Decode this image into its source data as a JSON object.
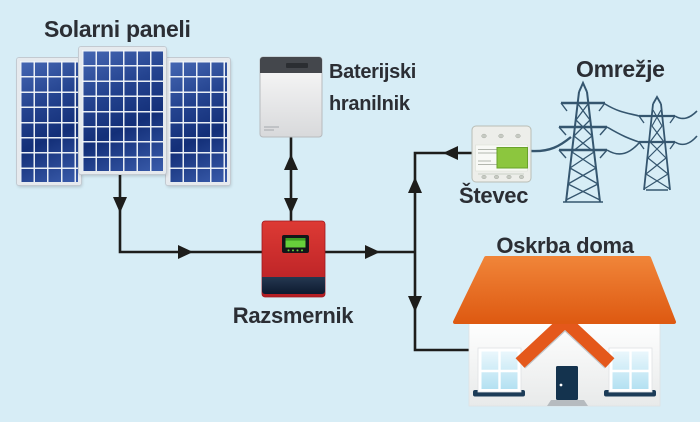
{
  "diagram": {
    "background_color": "#d7edf6",
    "line_color": "#1d1d1b",
    "label_color": "#2b2e34",
    "nodes": {
      "solar_panels": {
        "label": "Solarni paneli"
      },
      "battery_storage": {
        "label": "Baterijski hranilnik"
      },
      "grid": {
        "label": "Omrežje"
      },
      "meter": {
        "label": "Števec"
      },
      "inverter": {
        "label": "Razsmernik"
      },
      "home_supply": {
        "label": "Oskrba doma"
      }
    },
    "colors": {
      "panel_blue_dark": "#16337e",
      "panel_blue_light": "#4668b4",
      "panel_frame": "#e6eaee",
      "roof_orange": "#e8611c",
      "porch_orange": "#e4581b",
      "house_wall": "#f7f8f8",
      "window_blue": "#cfeaf6",
      "door_navy": "#14334e",
      "inverter_red": "#cf2630",
      "inverter_band_navy": "#13223b",
      "inverter_display_green": "#67cf3b",
      "meter_body": "#edeeea",
      "meter_display_green": "#8cc63e",
      "battery_body": "#ededee",
      "battery_top": "#44474c",
      "tower_slate": "#35566f"
    },
    "connections": [
      {
        "from": "solar_panels",
        "to": "inverter",
        "style": "arrow",
        "direction": "one-way"
      },
      {
        "from": "battery_storage",
        "to": "inverter",
        "style": "arrow",
        "direction": "two-way"
      },
      {
        "from": "inverter",
        "to": "junction",
        "style": "arrow",
        "direction": "one-way"
      },
      {
        "from": "junction",
        "to": "meter",
        "style": "arrow",
        "direction": "two-way"
      },
      {
        "from": "junction",
        "to": "home_supply",
        "style": "arrow",
        "direction": "one-way"
      },
      {
        "from": "meter",
        "to": "grid",
        "style": "wire",
        "direction": "none"
      }
    ]
  }
}
